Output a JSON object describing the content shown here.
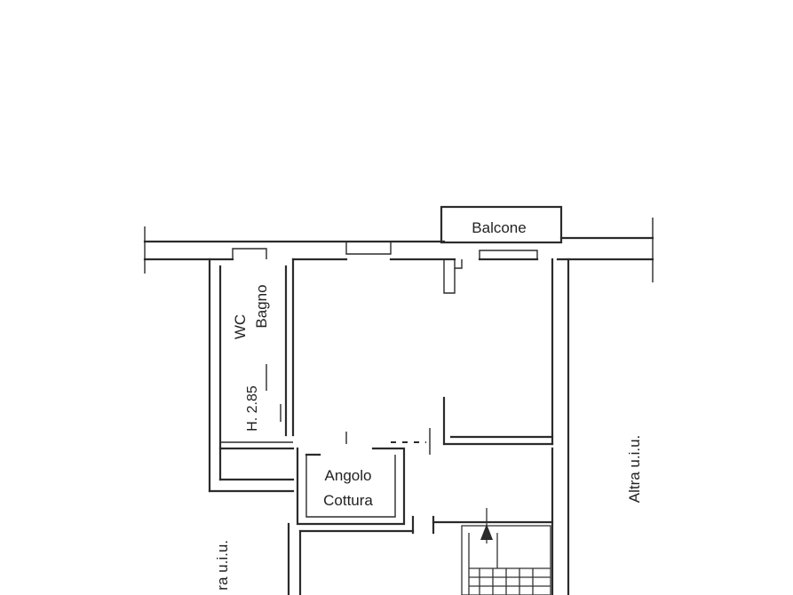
{
  "rooms": {
    "balcone": "Balcone",
    "wc": "WC",
    "bagno": "Bagno",
    "height": "H. 2.85",
    "angolo": "Angolo",
    "cottura": "Cottura",
    "altra_right": "Altra u.i.u.",
    "altra_left": "ra u.i.u."
  },
  "colors": {
    "line": "#2b2b2b",
    "background": "#ffffff"
  }
}
